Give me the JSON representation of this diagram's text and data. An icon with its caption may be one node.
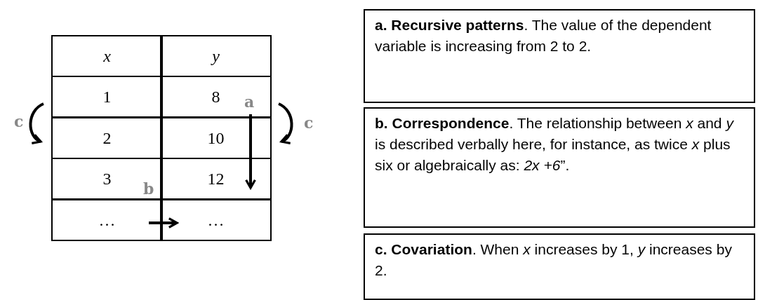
{
  "diagram": {
    "nodes": [
      {
        "text": [
          "**a. Recursive patterns**. The value of the dependent variable is increasing from 2 to 2."
        ]
      },
      {
        "text": [
          "**b. Correspondence**. The relationship between *x* and *y* is described verbally here, for instance, as twice *x* plus six or algebraically as: *2x +6*”."
        ]
      },
      {
        "text": [
          "**c. Covariation**. When *x* increases by 1, *y* increases by 2."
        ]
      }
    ],
    "edges": [],
    "labels": [
      "x",
      "y",
      "1",
      "8",
      "2",
      "10",
      "3",
      "12",
      "…",
      "…",
      "a",
      "c",
      "c",
      "b"
    ]
  }
}
